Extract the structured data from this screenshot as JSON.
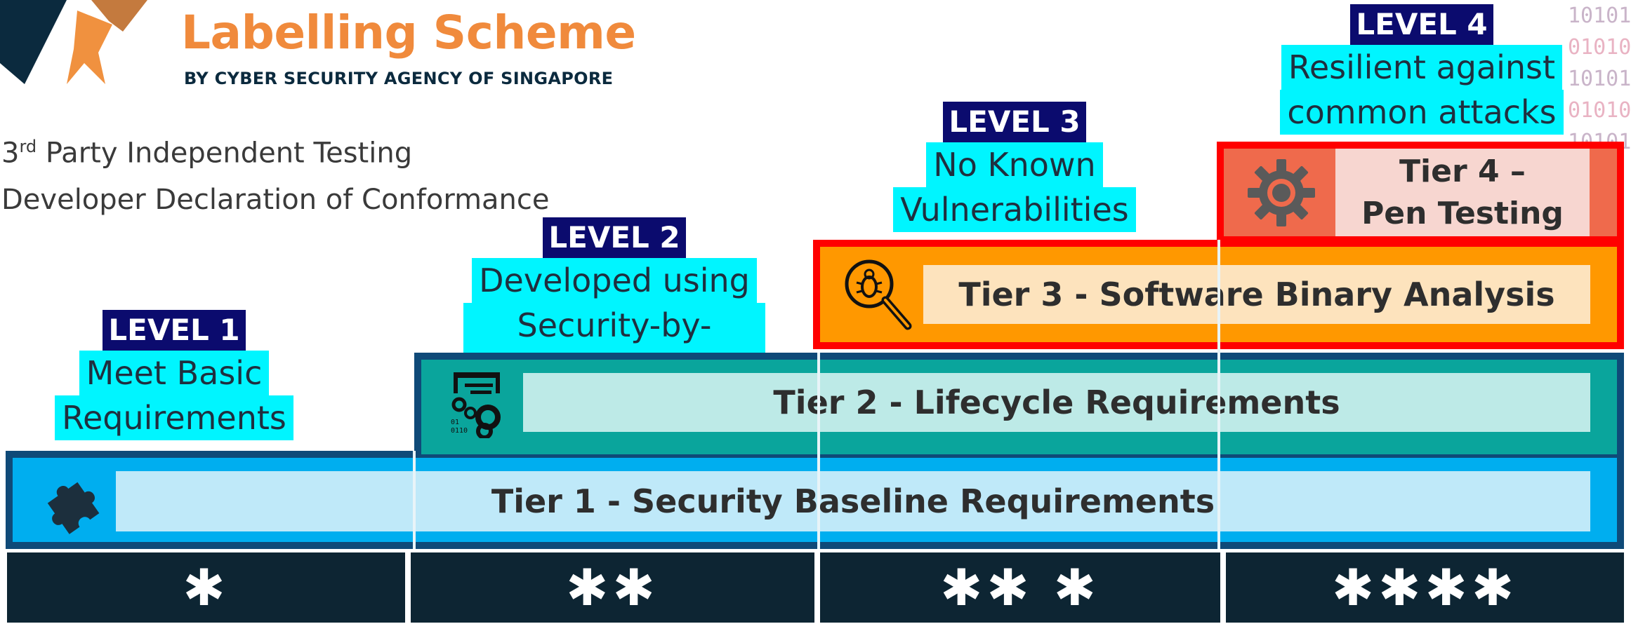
{
  "header": {
    "title": "Labelling Scheme",
    "subtitle": "BY CYBER SECURITY AGENCY OF SINGAPORE"
  },
  "legend": {
    "item1_prefix": "3",
    "item1_sup": "rd",
    "item1_text": " Party Independent Testing",
    "item2": "Developer Declaration of Conformance"
  },
  "binary_lines": [
    "10101",
    "01010",
    "10101",
    "01010",
    "10101"
  ],
  "levels": [
    {
      "tag": "LEVEL 1",
      "desc1": "Meet Basic",
      "desc2": "Requirements"
    },
    {
      "tag": "LEVEL 2",
      "desc1": "Developed using",
      "desc2": "Security-by-Design"
    },
    {
      "tag": "LEVEL 3",
      "desc1": "No Known",
      "desc2": "Vulnerabilities"
    },
    {
      "tag": "LEVEL 4",
      "desc1": "Resilient against",
      "desc2": "common attacks"
    }
  ],
  "tiers": {
    "tier1": "Tier 1 - Security Baseline Requirements",
    "tier2": "Tier 2 - Lifecycle Requirements",
    "tier3": "Tier 3 - Software Binary Analysis",
    "tier4_line1": "Tier 4 –",
    "tier4_line2": "Pen Testing"
  },
  "stars": [
    "✱",
    "✱✱",
    "✱✱ ✱",
    "✱✱✱✱"
  ],
  "colors": {
    "orange_brand": "#f08a3c",
    "navy": "#0b2a3e",
    "tier1_fill": "#00aeef",
    "tier2_fill": "#0aa59c",
    "tier3_fill": "#ff9800",
    "tier4_fill": "#ef6a4c",
    "border_red": "#ff0000",
    "level_tag": "#0b0b6e",
    "level_desc": "#00f5ff"
  },
  "icons": {
    "logo": "csa-logo",
    "tier1": "puzzle-piece-icon",
    "tier2": "certificate-gears-icon",
    "tier3": "bug-magnifier-icon",
    "tier4": "gear-icon"
  }
}
